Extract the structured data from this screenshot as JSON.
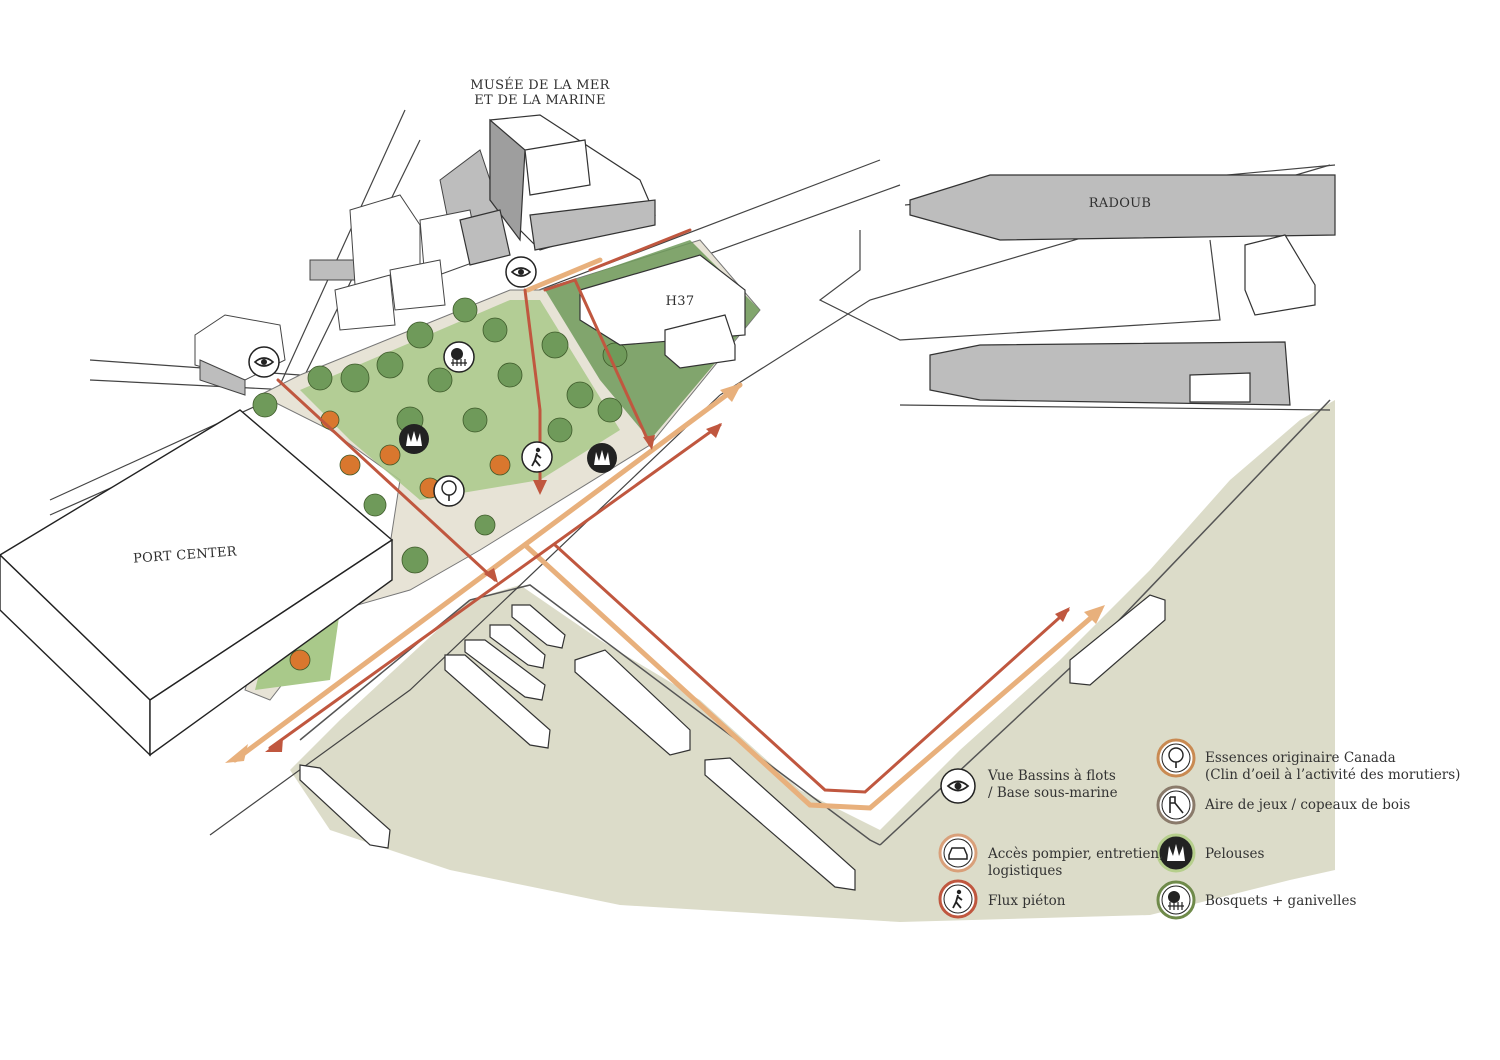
{
  "buildings": {
    "musee_line1": "MUSÉE DE LA MER",
    "musee_line2": "ET DE LA MARINE",
    "radoub": "RADOUB",
    "h37": "H37",
    "port_center": "PORT CENTER"
  },
  "legend": {
    "vue": {
      "line1": "Vue Bassins à flots",
      "line2": "/ Base sous-marine",
      "icon": "eye-icon"
    },
    "acces": {
      "line1": "Accès pompier, entretien,",
      "line2": "logistiques",
      "icon": "car-icon",
      "color": "#d9a07a"
    },
    "flux": {
      "line1": "Flux piéton",
      "icon": "pedestrian-icon",
      "color": "#c0573f"
    },
    "essences": {
      "line1": "Essences originaire Canada",
      "line2": "(Clin d’oeil à l’activité des morutiers)",
      "icon": "tree-icon",
      "color": "#c98a52"
    },
    "aire": {
      "line1": "Aire de jeux / copeaux de bois",
      "icon": "playground-icon",
      "color": "#8a7a6a"
    },
    "pelouses": {
      "line1": "Pelouses",
      "icon": "grass-icon",
      "color": "#b6cf8c"
    },
    "bosquets": {
      "line1": "Bosquets + ganivelles",
      "icon": "bush-fence-icon",
      "color": "#6f8a4a"
    }
  },
  "colors": {
    "water": "#dcdcc9",
    "building_shade": "#bdbdbd",
    "park_green": "#a9c98a",
    "dark_green": "#6f9a5a",
    "route_light": "#e8b07c",
    "route_dark": "#c0573f",
    "tree_orange": "#d9772e"
  }
}
